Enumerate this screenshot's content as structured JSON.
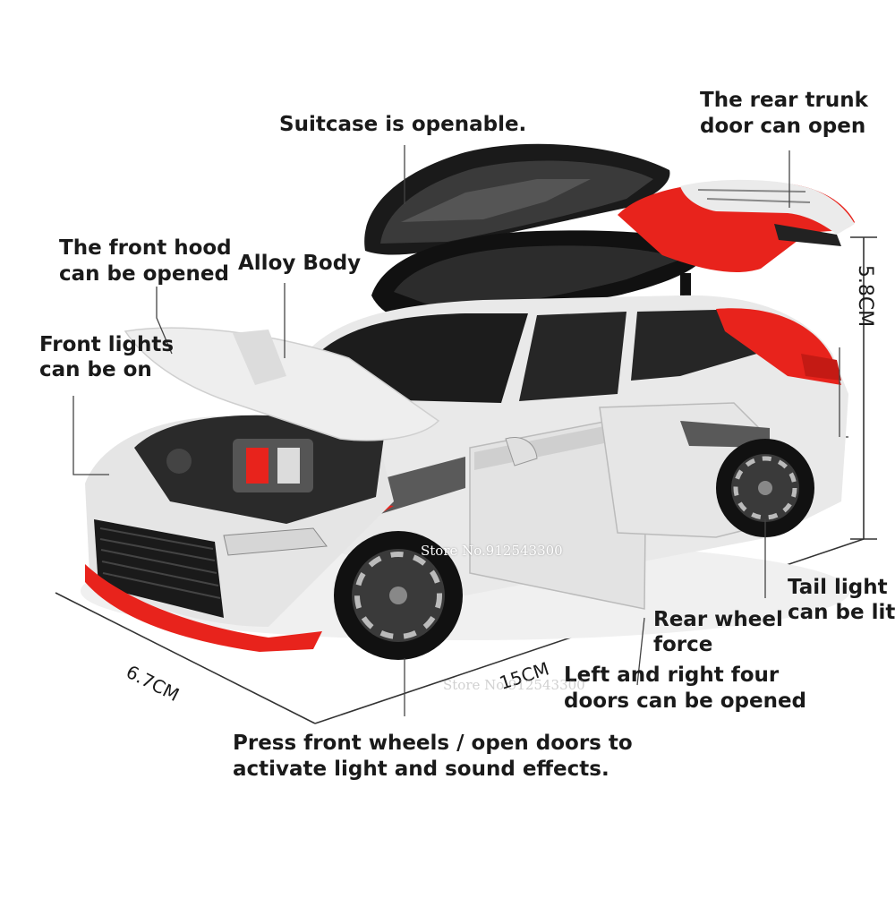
{
  "annotations": {
    "suitcase": "Suitcase is openable.",
    "trunk_line1": "The rear trunk",
    "trunk_line2": "door can open",
    "hood_line1": "The front hood",
    "hood_line2": "can be opened",
    "alloy": "Alloy Body",
    "lights_line1": "Front lights",
    "lights_line2": "can be on",
    "tail_line1": "Tail light",
    "tail_line2": "can be lit",
    "rear_wheel_line1": "Rear wheel",
    "rear_wheel_line2": "force",
    "doors_line1": "Left and right four",
    "doors_line2": "doors can be opened",
    "press_line1": "Press front wheels / open doors to",
    "press_line2": "activate light and sound effects."
  },
  "dimensions": {
    "height": "5.8CM",
    "width": "6.7CM",
    "length": "15CM"
  },
  "watermarks": {
    "store_main": "Store No.912543300",
    "store_faint": "Store No.912543300"
  },
  "colors": {
    "body_white": "#e8e8e8",
    "accent_red": "#e8231c",
    "dark_grey": "#5a5a5a",
    "black": "#141414",
    "line": "#333333"
  }
}
